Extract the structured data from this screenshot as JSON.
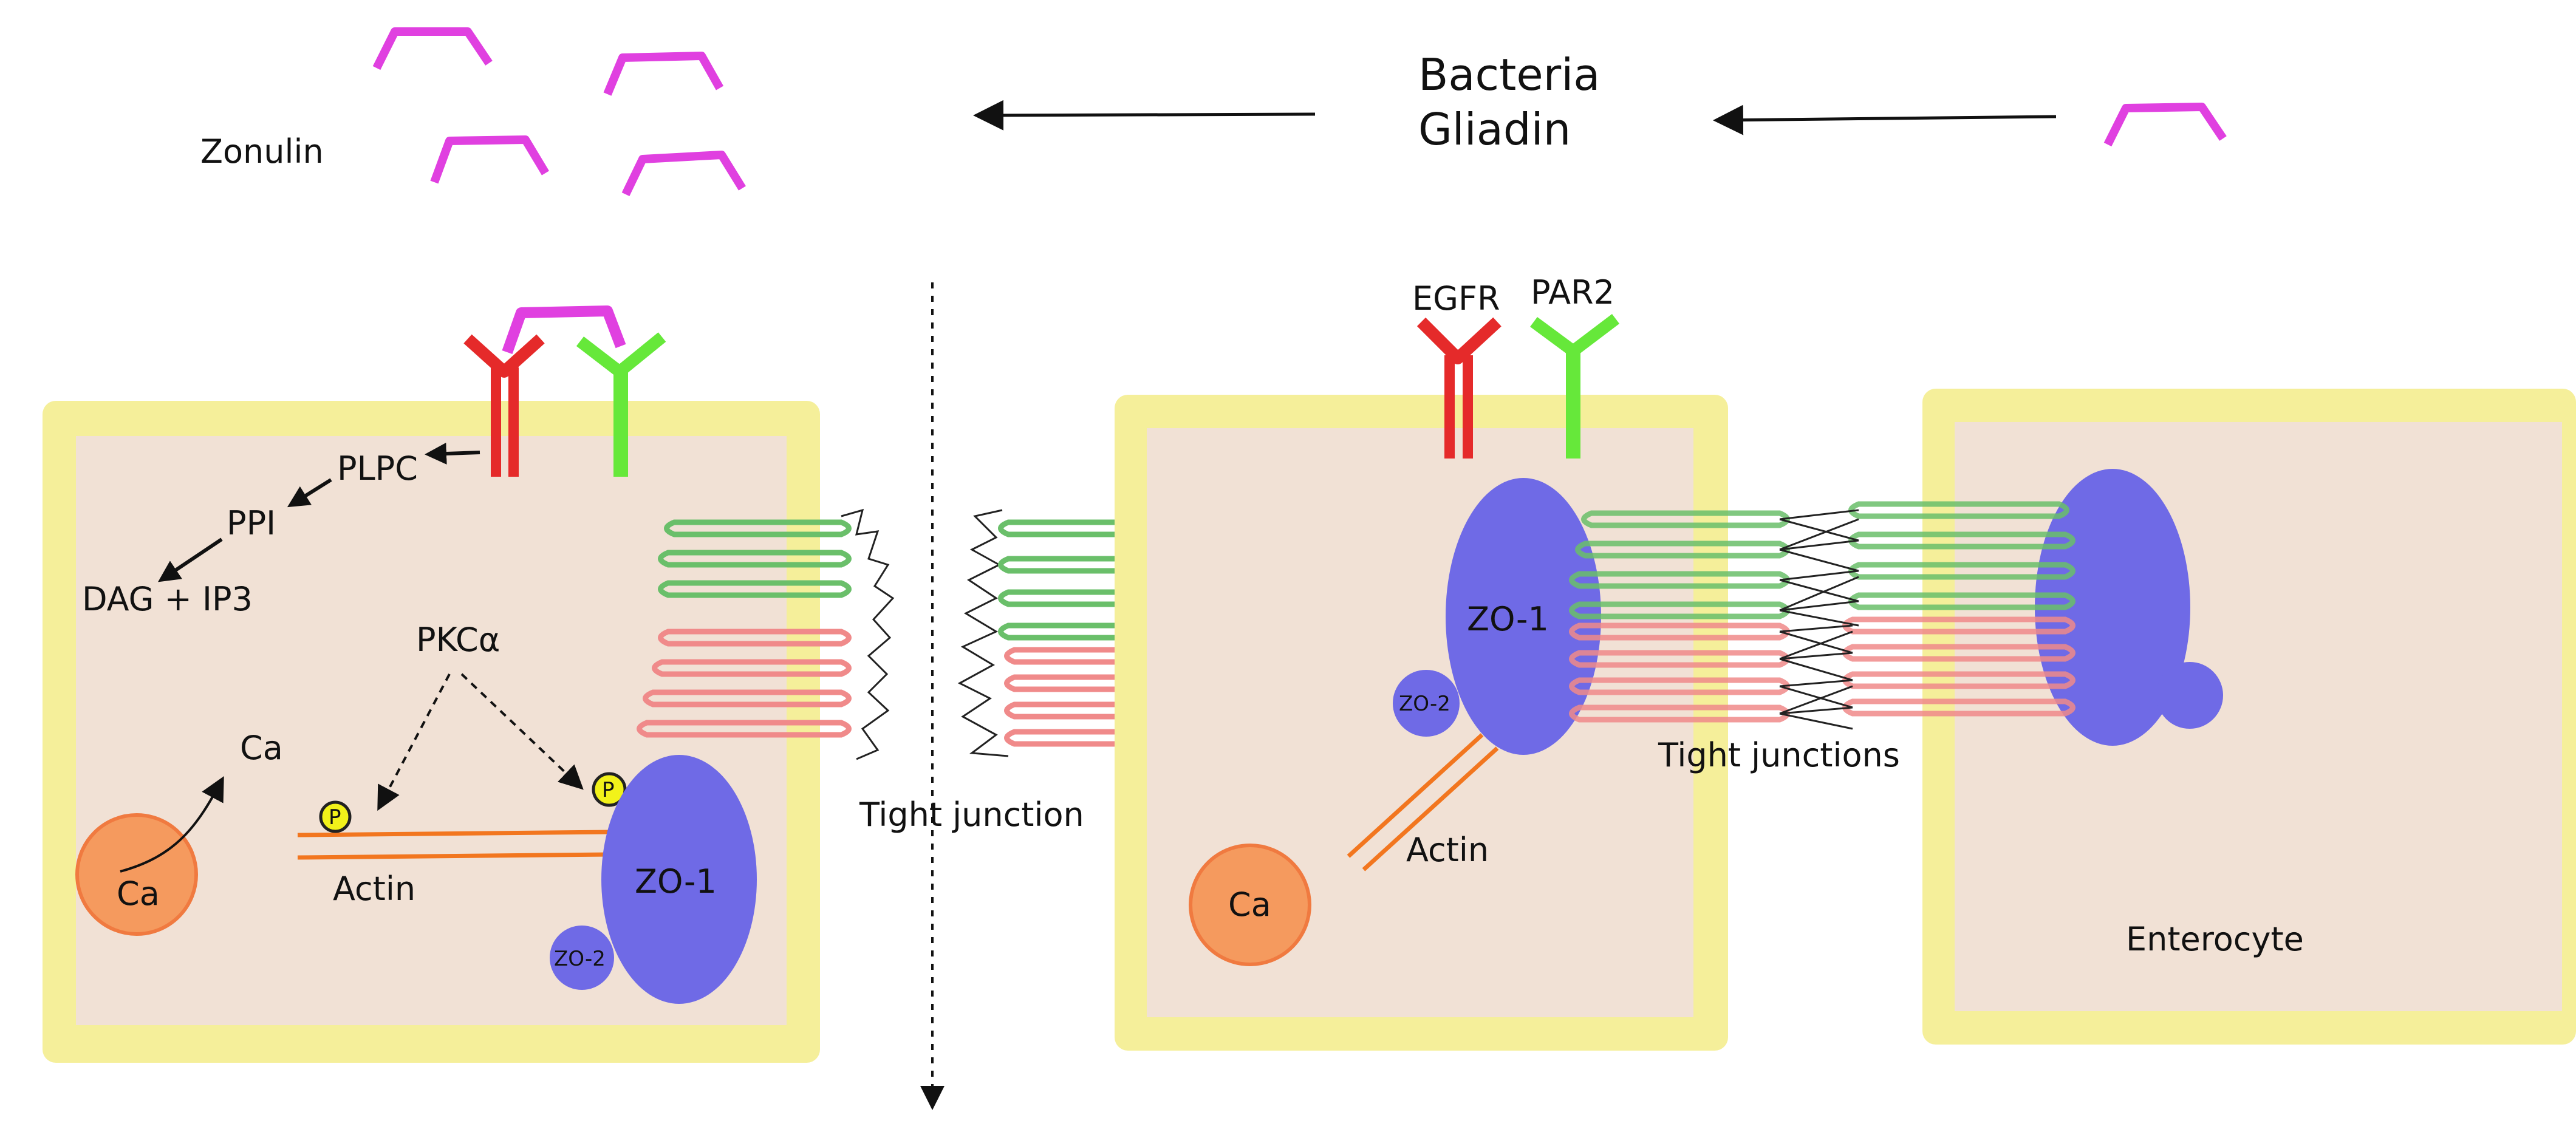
{
  "top": {
    "zonulin_label": "Zonulin",
    "bacteria_label": "Bacteria",
    "gliadin_label": "Gliadin"
  },
  "left_cell": {
    "plpc": "PLPC",
    "ppi": "PPI",
    "dag_ip3": "DAG + IP3",
    "pkc": "PKCα",
    "ca_free": "Ca",
    "ca_store": "Ca",
    "phospho_1": "P",
    "phospho_2": "P",
    "actin": "Actin",
    "zo1": "ZO-1",
    "zo2": "ZO-2"
  },
  "middle": {
    "tight_junction": "Tight junction"
  },
  "right_cell": {
    "egfr": "EGFR",
    "par2": "PAR2",
    "zo1": "ZO-1",
    "zo2": "ZO-2",
    "actin": "Actin",
    "ca": "Ca",
    "tight_junctions": "Tight junctions"
  },
  "far_right_cell": {
    "enterocyte": "Enterocyte"
  },
  "colors": {
    "membrane": "#f5ef9a",
    "cytoplasm": "#f1e1d5",
    "zonulin": "#e040e0",
    "egfr": "#e52a2a",
    "par2": "#66e83a",
    "zo": "#6f6ae6",
    "calcium": "#f59a5e",
    "actin": "#f2761f",
    "phospho": "#f2f21a",
    "claudin_green": "#6abf6a",
    "claudin_red": "#f08a8a"
  }
}
